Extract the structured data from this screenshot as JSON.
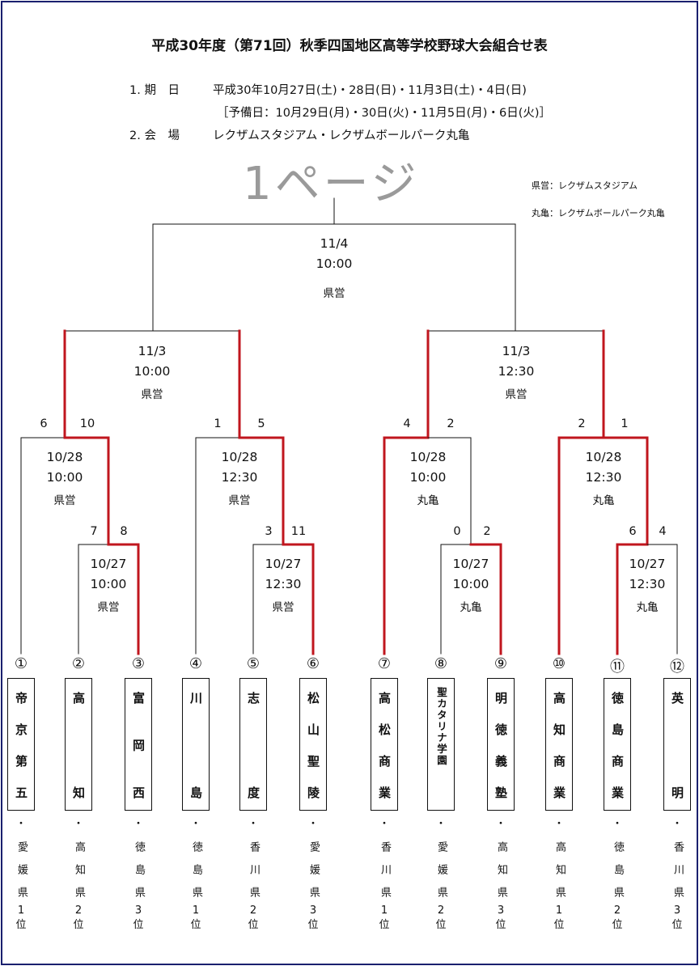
{
  "title": "平成30年度（第71回）秋季四国地区高等学校野球大会組合せ表",
  "info": {
    "period_label": "1. 期　日",
    "period_value": "平成30年10月27日(土)・28日(日)・11月3日(土)・4日(日)",
    "reserve_value": "［予備日：10月29日(月)・30日(火)・11月5日(月)・6日(火)］",
    "venue_label": "2. 会　場",
    "venue_value": "レクザムスタジアム・レクザムボールパーク丸亀"
  },
  "legend": [
    "県営：レクザムスタジアム",
    "丸亀：レクザムボールパーク丸亀"
  ],
  "watermark": "1ページ",
  "colors": {
    "winner_line": "#c0161e",
    "line": "#111111",
    "frame": "#1a1f6e"
  },
  "games": {
    "final": {
      "date": "11/4",
      "time": "10:00",
      "venue": "県営"
    },
    "semis": [
      {
        "date": "11/3",
        "time": "10:00",
        "venue": "県営"
      },
      {
        "date": "11/3",
        "time": "12:30",
        "venue": "県営"
      }
    ],
    "round2": [
      {
        "date": "10/28",
        "time": "10:00",
        "venue": "県営",
        "score_left": "6",
        "score_right": "10"
      },
      {
        "date": "10/28",
        "time": "12:30",
        "venue": "県営",
        "score_left": "1",
        "score_right": "5"
      },
      {
        "date": "10/28",
        "time": "10:00",
        "venue": "丸亀",
        "score_left": "4",
        "score_right": "2"
      },
      {
        "date": "10/28",
        "time": "12:30",
        "venue": "丸亀",
        "score_left": "2",
        "score_right": "1"
      }
    ],
    "round1": [
      {
        "date": "10/27",
        "time": "10:00",
        "venue": "県営",
        "score_left": "7",
        "score_right": "8"
      },
      {
        "date": "10/27",
        "time": "12:30",
        "venue": "県営",
        "score_left": "3",
        "score_right": "11"
      },
      {
        "date": "10/27",
        "time": "10:00",
        "venue": "丸亀",
        "score_left": "0",
        "score_right": "2"
      },
      {
        "date": "10/27",
        "time": "12:30",
        "venue": "丸亀",
        "score_left": "6",
        "score_right": "4"
      }
    ]
  },
  "teams": [
    {
      "num": "①",
      "name": "帝京第五",
      "pref": "愛媛県",
      "rank": "1",
      "rank_suffix": "位"
    },
    {
      "num": "②",
      "name": "高知",
      "pref": "高知県",
      "rank": "2",
      "rank_suffix": "位"
    },
    {
      "num": "③",
      "name": "富岡西",
      "pref": "徳島県",
      "rank": "3",
      "rank_suffix": "位"
    },
    {
      "num": "④",
      "name": "川島",
      "pref": "徳島県",
      "rank": "1",
      "rank_suffix": "位"
    },
    {
      "num": "⑤",
      "name": "志度",
      "pref": "香川県",
      "rank": "2",
      "rank_suffix": "位"
    },
    {
      "num": "⑥",
      "name": "松山聖陵",
      "pref": "愛媛県",
      "rank": "3",
      "rank_suffix": "位"
    },
    {
      "num": "⑦",
      "name": "高松商業",
      "pref": "香川県",
      "rank": "1",
      "rank_suffix": "位"
    },
    {
      "num": "⑧",
      "name": "聖カタリナ学園",
      "pref": "愛媛県",
      "rank": "2",
      "rank_suffix": "位"
    },
    {
      "num": "⑨",
      "name": "明徳義塾",
      "pref": "高知県",
      "rank": "3",
      "rank_suffix": "位"
    },
    {
      "num": "⑩",
      "name": "高知商業",
      "pref": "高知県",
      "rank": "1",
      "rank_suffix": "位"
    },
    {
      "num": "⑪",
      "name": "徳島商業",
      "pref": "徳島県",
      "rank": "2",
      "rank_suffix": "位"
    },
    {
      "num": "⑫",
      "name": "英明",
      "pref": "香川県",
      "rank": "3",
      "rank_suffix": "位"
    }
  ]
}
